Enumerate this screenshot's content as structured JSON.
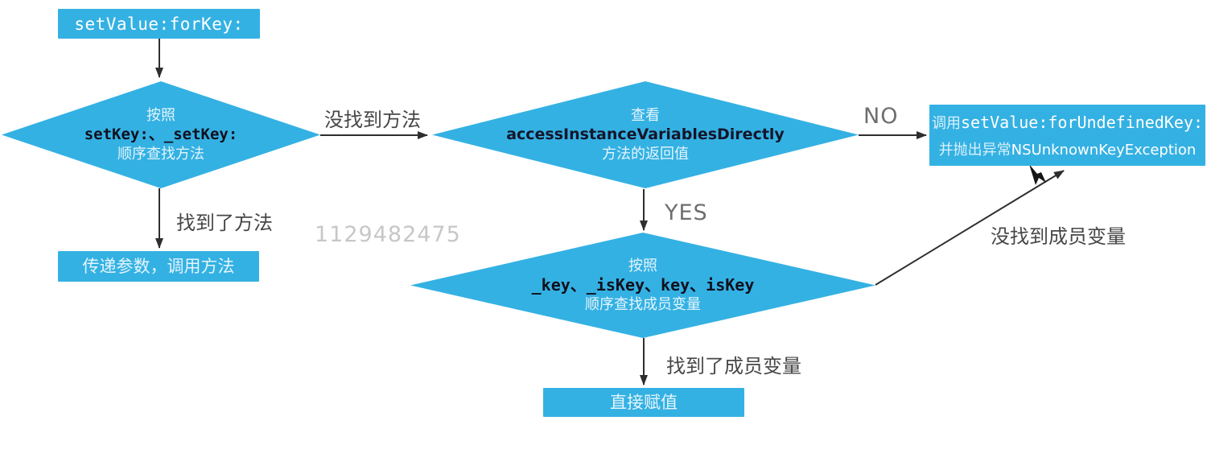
{
  "nodes": {
    "start": {
      "label": "setValue:forKey:"
    },
    "find_method": {
      "line1": "按照",
      "line2": "setKey:、_setKey:",
      "line3": "顺序查找方法"
    },
    "check_access": {
      "line1": "查看",
      "line2": "accessInstanceVariablesDirectly",
      "line3": "方法的返回值"
    },
    "find_ivar": {
      "line1": "按照",
      "line2": "_key、_isKey、key、isKey",
      "line3": "顺序查找成员变量"
    },
    "call_method": {
      "label": "传递参数，调用方法"
    },
    "undefined_key": {
      "line1_zh": "调用",
      "line1_code": "setValue:forUndefinedKey:",
      "line2_zh": "并抛出异常",
      "line2_code": "NSUnknownKeyException"
    },
    "assign": {
      "label": "直接赋值"
    }
  },
  "edge_labels": {
    "method_not_found": "没找到方法",
    "method_found": "找到了方法",
    "no": "NO",
    "yes": "YES",
    "ivar_not_found": "没找到成员变量",
    "ivar_found": "找到了成员变量"
  },
  "watermark": "1129482475",
  "colors": {
    "shape_blue": "#34b1e3",
    "line": "#2e2e2e",
    "label_text": "#474747",
    "watermark": "#c7c7c7"
  }
}
